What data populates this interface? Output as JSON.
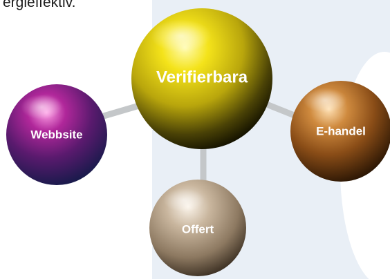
{
  "caption": "ergieffektiv.",
  "colors": {
    "background_panel": "#eaf0f7",
    "connector": "#c4c7c9",
    "center": "#e6d400",
    "left": "#8a1d78",
    "right": "#b06a2a",
    "bottom": "#b8a48c"
  },
  "diagram": {
    "center": {
      "label": "Verifierbara"
    },
    "left": {
      "label": "Webbsite"
    },
    "right": {
      "label": "E-handel"
    },
    "bottom": {
      "label": "Offert"
    }
  }
}
